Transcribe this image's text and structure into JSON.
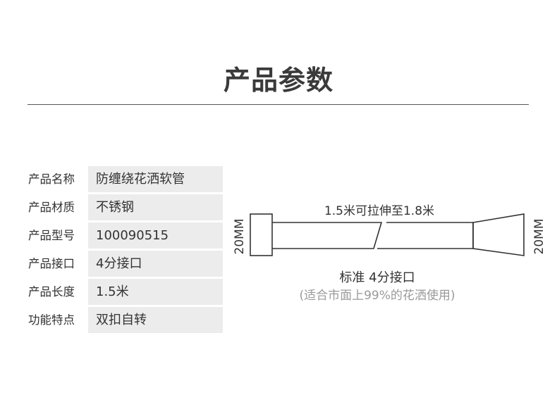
{
  "heading": "产品参数",
  "params": [
    {
      "label": "产品名称",
      "value": "防缠绕花洒软管"
    },
    {
      "label": "产品材质",
      "value": "不锈钢"
    },
    {
      "label": "产品型号",
      "value": "100090515"
    },
    {
      "label": "产品接口",
      "value": "4分接口"
    },
    {
      "label": "产品长度",
      "value": "1.5米"
    },
    {
      "label": "功能特点",
      "value": "双扣自转"
    }
  ],
  "diagram": {
    "length_label": "1.5米可拉伸至1.8米",
    "left_dimension": "20MM",
    "right_dimension": "20MM",
    "interface_label": "标准 4分接口",
    "interface_note": "(适合市面上99%的花洒使用)"
  },
  "colors": {
    "text": "#333333",
    "value_bg": "#ececec",
    "note": "#9a9a9a",
    "line": "#333333"
  }
}
